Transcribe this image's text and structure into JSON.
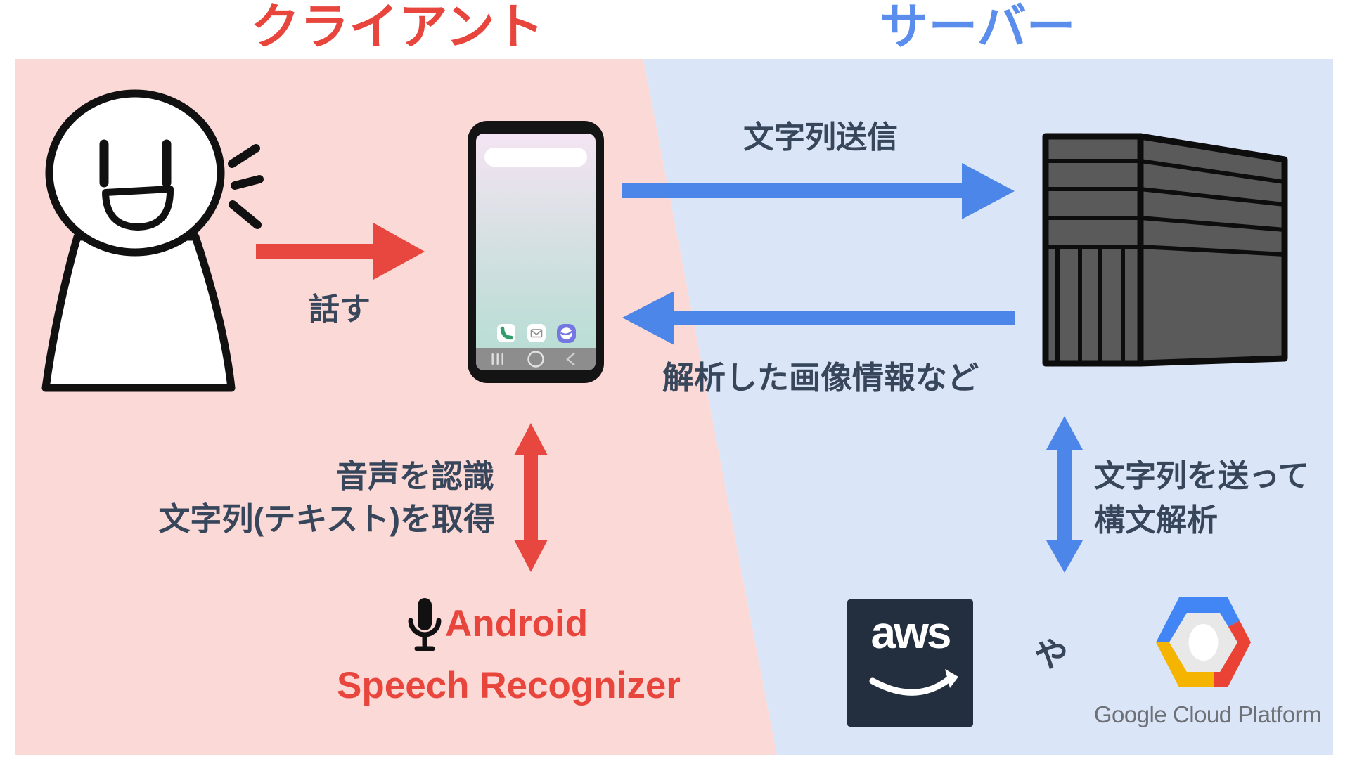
{
  "titles": {
    "client": "クライアント",
    "server": "サーバー"
  },
  "labels": {
    "speak": "話す",
    "send_string": "文字列送信",
    "analyzed": "解析した画像情報など",
    "recognize1": "音声を認識",
    "recognize2": "文字列(テキスト)を取得",
    "send_parse1": "文字列を送って",
    "send_parse2": "構文解析",
    "or": "や"
  },
  "branding": {
    "android_line1": "Android",
    "android_line2": "Speech Recognizer",
    "aws": "aws",
    "gcp": "Google Cloud Platform"
  },
  "icons": {
    "person": "smiling-person-icon",
    "speech_lines": "speech-sound-lines-icon",
    "smartphone": "smartphone-icon",
    "phone_app": "phone-app-icon",
    "mail_app": "mail-app-icon",
    "browser_app": "browser-app-icon",
    "microphone": "microphone-icon",
    "server": "server-rack-icon",
    "aws_logo": "aws-logo",
    "gcp_logo": "google-cloud-platform-logo"
  },
  "colors": {
    "client_title_red": "#e8453c",
    "server_title_blue": "#5b8ded",
    "arrow_red": "#e8473f",
    "arrow_blue": "#4c86e8",
    "bg_pink": "#fbd9d7",
    "bg_blue": "#dbe5f8",
    "text_dark": "#37465a",
    "aws_navy": "#232f3e",
    "gcp_text_gray": "#6d7175",
    "gcp_blue": "#4285f4",
    "gcp_red": "#ea4335",
    "gcp_yellow": "#f4b400",
    "server_gray": "#5a5a5a",
    "phone_navbar_gray": "#8d8d8d"
  }
}
